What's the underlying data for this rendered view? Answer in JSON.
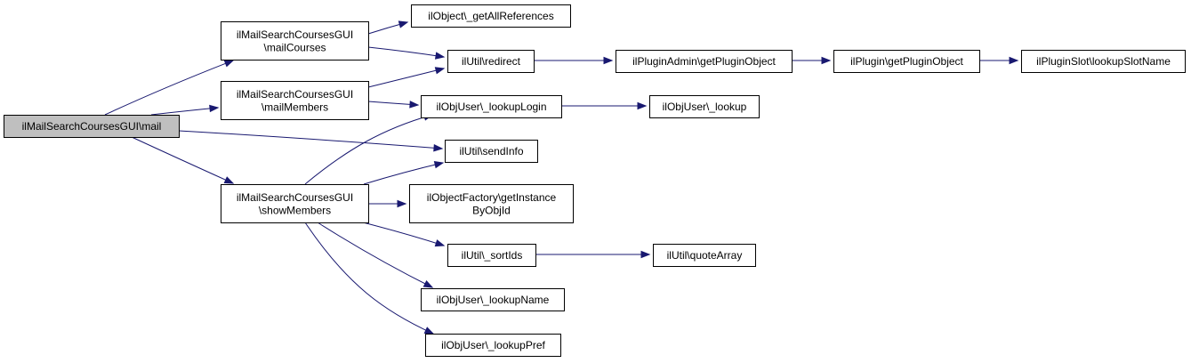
{
  "diagram": {
    "edge_color": "#191970",
    "node_fill": "#ffffff",
    "focus_fill": "#bfbfbf",
    "nodes": [
      {
        "id": "mail",
        "lines": [
          "ilMailSearchCoursesGUI\\mail"
        ],
        "focus": true
      },
      {
        "id": "mailCourses",
        "lines": [
          "ilMailSearchCoursesGUI",
          "\\mailCourses"
        ]
      },
      {
        "id": "mailMembers",
        "lines": [
          "ilMailSearchCoursesGUI",
          "\\mailMembers"
        ]
      },
      {
        "id": "showMembers",
        "lines": [
          "ilMailSearchCoursesGUI",
          "\\showMembers"
        ]
      },
      {
        "id": "getAllReferences",
        "lines": [
          "ilObject\\_getAllReferences"
        ]
      },
      {
        "id": "redirect",
        "lines": [
          "ilUtil\\redirect"
        ]
      },
      {
        "id": "lookupLogin",
        "lines": [
          "ilObjUser\\_lookupLogin"
        ]
      },
      {
        "id": "sendInfo",
        "lines": [
          "ilUtil\\sendInfo"
        ]
      },
      {
        "id": "getInstanceByObjId",
        "lines": [
          "ilObjectFactory\\getInstance",
          "ByObjId"
        ]
      },
      {
        "id": "sortIds",
        "lines": [
          "ilUtil\\_sortIds"
        ]
      },
      {
        "id": "lookupName",
        "lines": [
          "ilObjUser\\_lookupName"
        ]
      },
      {
        "id": "lookupPref",
        "lines": [
          "ilObjUser\\_lookupPref"
        ]
      },
      {
        "id": "getPluginObject",
        "lines": [
          "ilPluginAdmin\\getPluginObject"
        ]
      },
      {
        "id": "pluginGetPluginObject",
        "lines": [
          "ilPlugin\\getPluginObject"
        ]
      },
      {
        "id": "lookupSlotName",
        "lines": [
          "ilPluginSlot\\lookupSlotName"
        ]
      },
      {
        "id": "lookup",
        "lines": [
          "ilObjUser\\_lookup"
        ]
      },
      {
        "id": "quoteArray",
        "lines": [
          "ilUtil\\quoteArray"
        ]
      }
    ],
    "edges": [
      {
        "from": "mail",
        "to": "mailCourses"
      },
      {
        "from": "mail",
        "to": "mailMembers"
      },
      {
        "from": "mail",
        "to": "sendInfo"
      },
      {
        "from": "mail",
        "to": "showMembers"
      },
      {
        "from": "mailCourses",
        "to": "getAllReferences"
      },
      {
        "from": "mailCourses",
        "to": "redirect"
      },
      {
        "from": "mailMembers",
        "to": "redirect"
      },
      {
        "from": "mailMembers",
        "to": "lookupLogin"
      },
      {
        "from": "showMembers",
        "to": "lookupLogin"
      },
      {
        "from": "showMembers",
        "to": "sendInfo"
      },
      {
        "from": "showMembers",
        "to": "getInstanceByObjId"
      },
      {
        "from": "showMembers",
        "to": "sortIds"
      },
      {
        "from": "showMembers",
        "to": "lookupName"
      },
      {
        "from": "showMembers",
        "to": "lookupPref"
      },
      {
        "from": "redirect",
        "to": "getPluginObject"
      },
      {
        "from": "getPluginObject",
        "to": "pluginGetPluginObject"
      },
      {
        "from": "pluginGetPluginObject",
        "to": "lookupSlotName"
      },
      {
        "from": "lookupLogin",
        "to": "lookup"
      },
      {
        "from": "sortIds",
        "to": "quoteArray"
      }
    ]
  }
}
